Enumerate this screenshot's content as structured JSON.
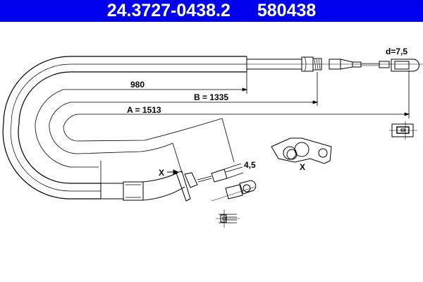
{
  "header": {
    "part_number": "24.3727-0438.2",
    "ref_number": "580438",
    "background": "#0000ee",
    "text_color": "#ffffff"
  },
  "dimensions": {
    "d_label": "d=7,5",
    "len_980": "980",
    "len_b": "B = 1335",
    "len_a": "A = 1513",
    "pin_label": "4,5",
    "x_marker_left": "X",
    "x_marker_detail": "X"
  }
}
